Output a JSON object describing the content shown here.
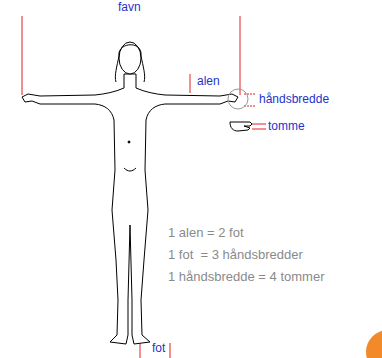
{
  "diagram": {
    "labels": [
      "favn",
      "alen",
      "håndsbredde",
      "tomme",
      "fot",
      "1 alen = 2 fot",
      "1 fot  = 3 håndsbredder",
      "1 håndsbredde = 4 tommer"
    ]
  }
}
